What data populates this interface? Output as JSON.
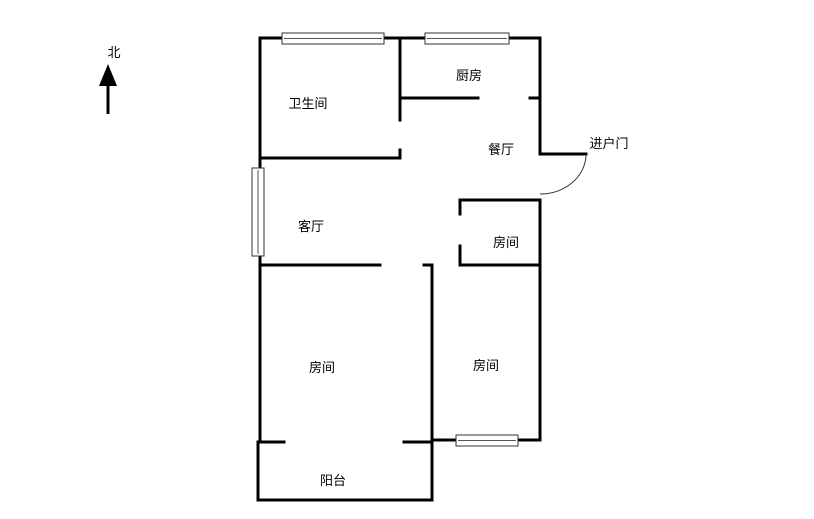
{
  "compass": {
    "label": "北",
    "icon": "north-arrow-icon"
  },
  "rooms": {
    "bathroom": "卫生间",
    "kitchen": "厨房",
    "dining": "餐厅",
    "living": "客厅",
    "small_room": "房间",
    "room_left": "房间",
    "room_right": "房间",
    "balcony": "阳台"
  },
  "entrance": "进户门"
}
